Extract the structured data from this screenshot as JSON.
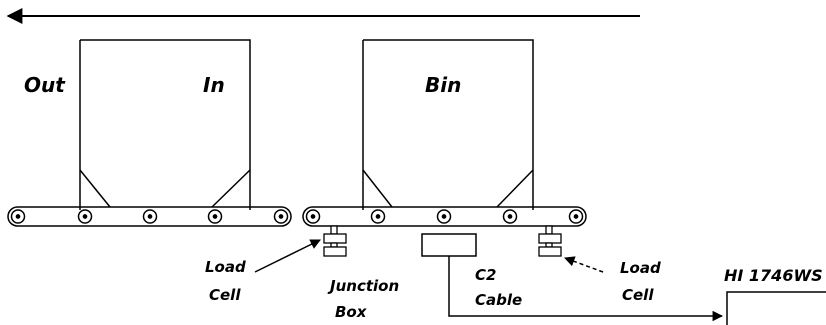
{
  "labels": {
    "out": "Out",
    "in": "In",
    "bin": "Bin",
    "load_cell_left": [
      "Load",
      "Cell"
    ],
    "junction_box": [
      "Junction",
      "Box"
    ],
    "c2_cable": [
      "C2",
      "Cable"
    ],
    "load_cell_right": [
      "Load",
      "Cell"
    ],
    "instrument": "HI 1746WS"
  },
  "colors": {
    "line": "#000000",
    "background": "#ffffff"
  }
}
